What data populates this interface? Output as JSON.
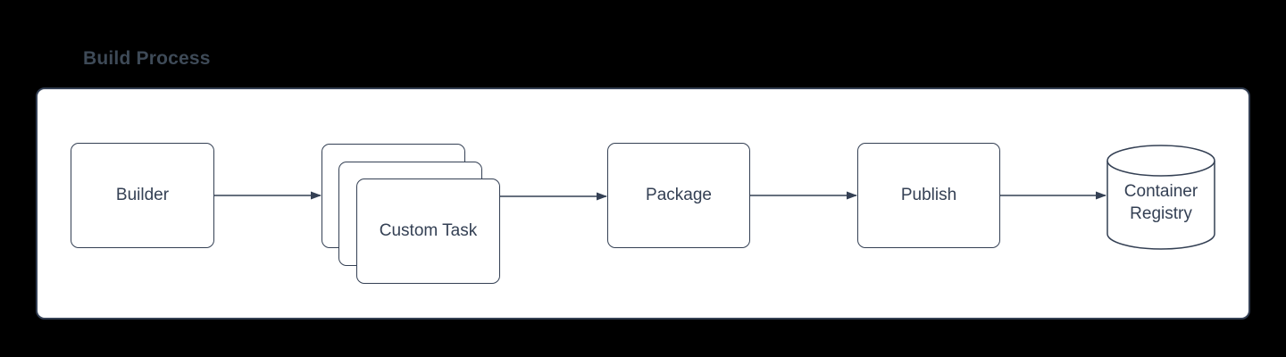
{
  "page": {
    "title": "Build Process",
    "background_color": "#000000"
  },
  "colors": {
    "stroke": "#344054",
    "node_fill": "#ffffff",
    "node_text": "#344054",
    "title_text": "#3e4a57",
    "canvas_fill": "#ffffff"
  },
  "diagram": {
    "nodes": [
      {
        "id": "builder",
        "label": "Builder",
        "shape": "rounded-rectangle"
      },
      {
        "id": "custom-task",
        "label": "Custom Task",
        "shape": "stacked-rounded-rectangle"
      },
      {
        "id": "package",
        "label": "Package",
        "shape": "rounded-rectangle"
      },
      {
        "id": "publish",
        "label": "Publish",
        "shape": "rounded-rectangle"
      },
      {
        "id": "container-registry",
        "label": "Container Registry",
        "shape": "cylinder"
      }
    ],
    "edges": [
      {
        "from": "builder",
        "to": "custom-task"
      },
      {
        "from": "custom-task",
        "to": "package"
      },
      {
        "from": "package",
        "to": "publish"
      },
      {
        "from": "publish",
        "to": "container-registry"
      }
    ]
  }
}
